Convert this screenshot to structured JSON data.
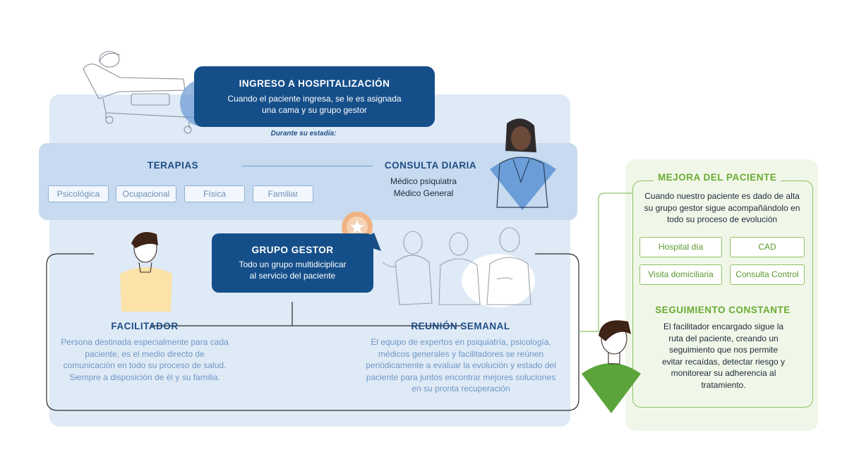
{
  "ingreso": {
    "title": "INGRESO A HOSPITALIZACIÓN",
    "desc_line1": "Cuando el paciente ingresa, se le es asignada",
    "desc_line2": "una cama y su grupo gestor"
  },
  "durante": "Durante su estadía:",
  "terapias": {
    "title": "TERAPIAS",
    "items": [
      "Psicológica",
      "Ocupacional",
      "Física",
      "Familiar"
    ]
  },
  "consulta": {
    "title": "CONSULTA DIARIA",
    "lines": [
      "Médico psiquiatra",
      "Médico General"
    ]
  },
  "grupo": {
    "title": "GRUPO GESTOR",
    "desc_line1": "Todo un grupo multidiciplicar",
    "desc_line2": "al servicio del paciente"
  },
  "facilitador": {
    "title": "FACILITADOR",
    "lines": [
      "Persona destinada especialmente para cada",
      "paciente, es el medio directo de",
      "comunicación en todo su proceso de salud.",
      "Siempre a disposición de él y su familia."
    ]
  },
  "reunion": {
    "title": "REUNIÓN SEMANAL",
    "lines": [
      "El equipo de expertos en psiquiatría, psicología,",
      "médicos generales y facilitadores se reúnen",
      "periódicamente a evaluar la evolución y estado del",
      "paciente para juntos encontrar mejores soluciones",
      "en su pronta recuperación"
    ]
  },
  "mejora": {
    "title": "MEJORA DEL PACIENTE",
    "lines": [
      "Cuando nuestro paciente es dado de alta",
      "su grupo gestor sigue acompañándolo en",
      "todo su proceso de evolución"
    ],
    "options": [
      "Hospital día",
      "CAD",
      "Visita domiciliaria",
      "Consulta Control"
    ]
  },
  "seguimiento": {
    "title": "SEGUIMIENTO CONSTANTE",
    "lines": [
      "El facilitador encargado sigue la",
      "ruta del paciente, creando un",
      "seguimiento que nos permite",
      "evitar recaídas, detectar riesgo y",
      "monitorear su adherencia al",
      "tratamiento."
    ]
  },
  "colors": {
    "navy": "#154f8a",
    "light_blue_panel": "#dfeaf7",
    "strip_blue": "#c7daf0",
    "green_accent": "#6aab35",
    "green_panel": "#f1f7e8"
  },
  "icons": [
    "hospital-bed-illustration",
    "doctor-illustration",
    "award-badge-icon",
    "team-illustration",
    "facilitator-illustration",
    "green-facilitator-illustration"
  ]
}
